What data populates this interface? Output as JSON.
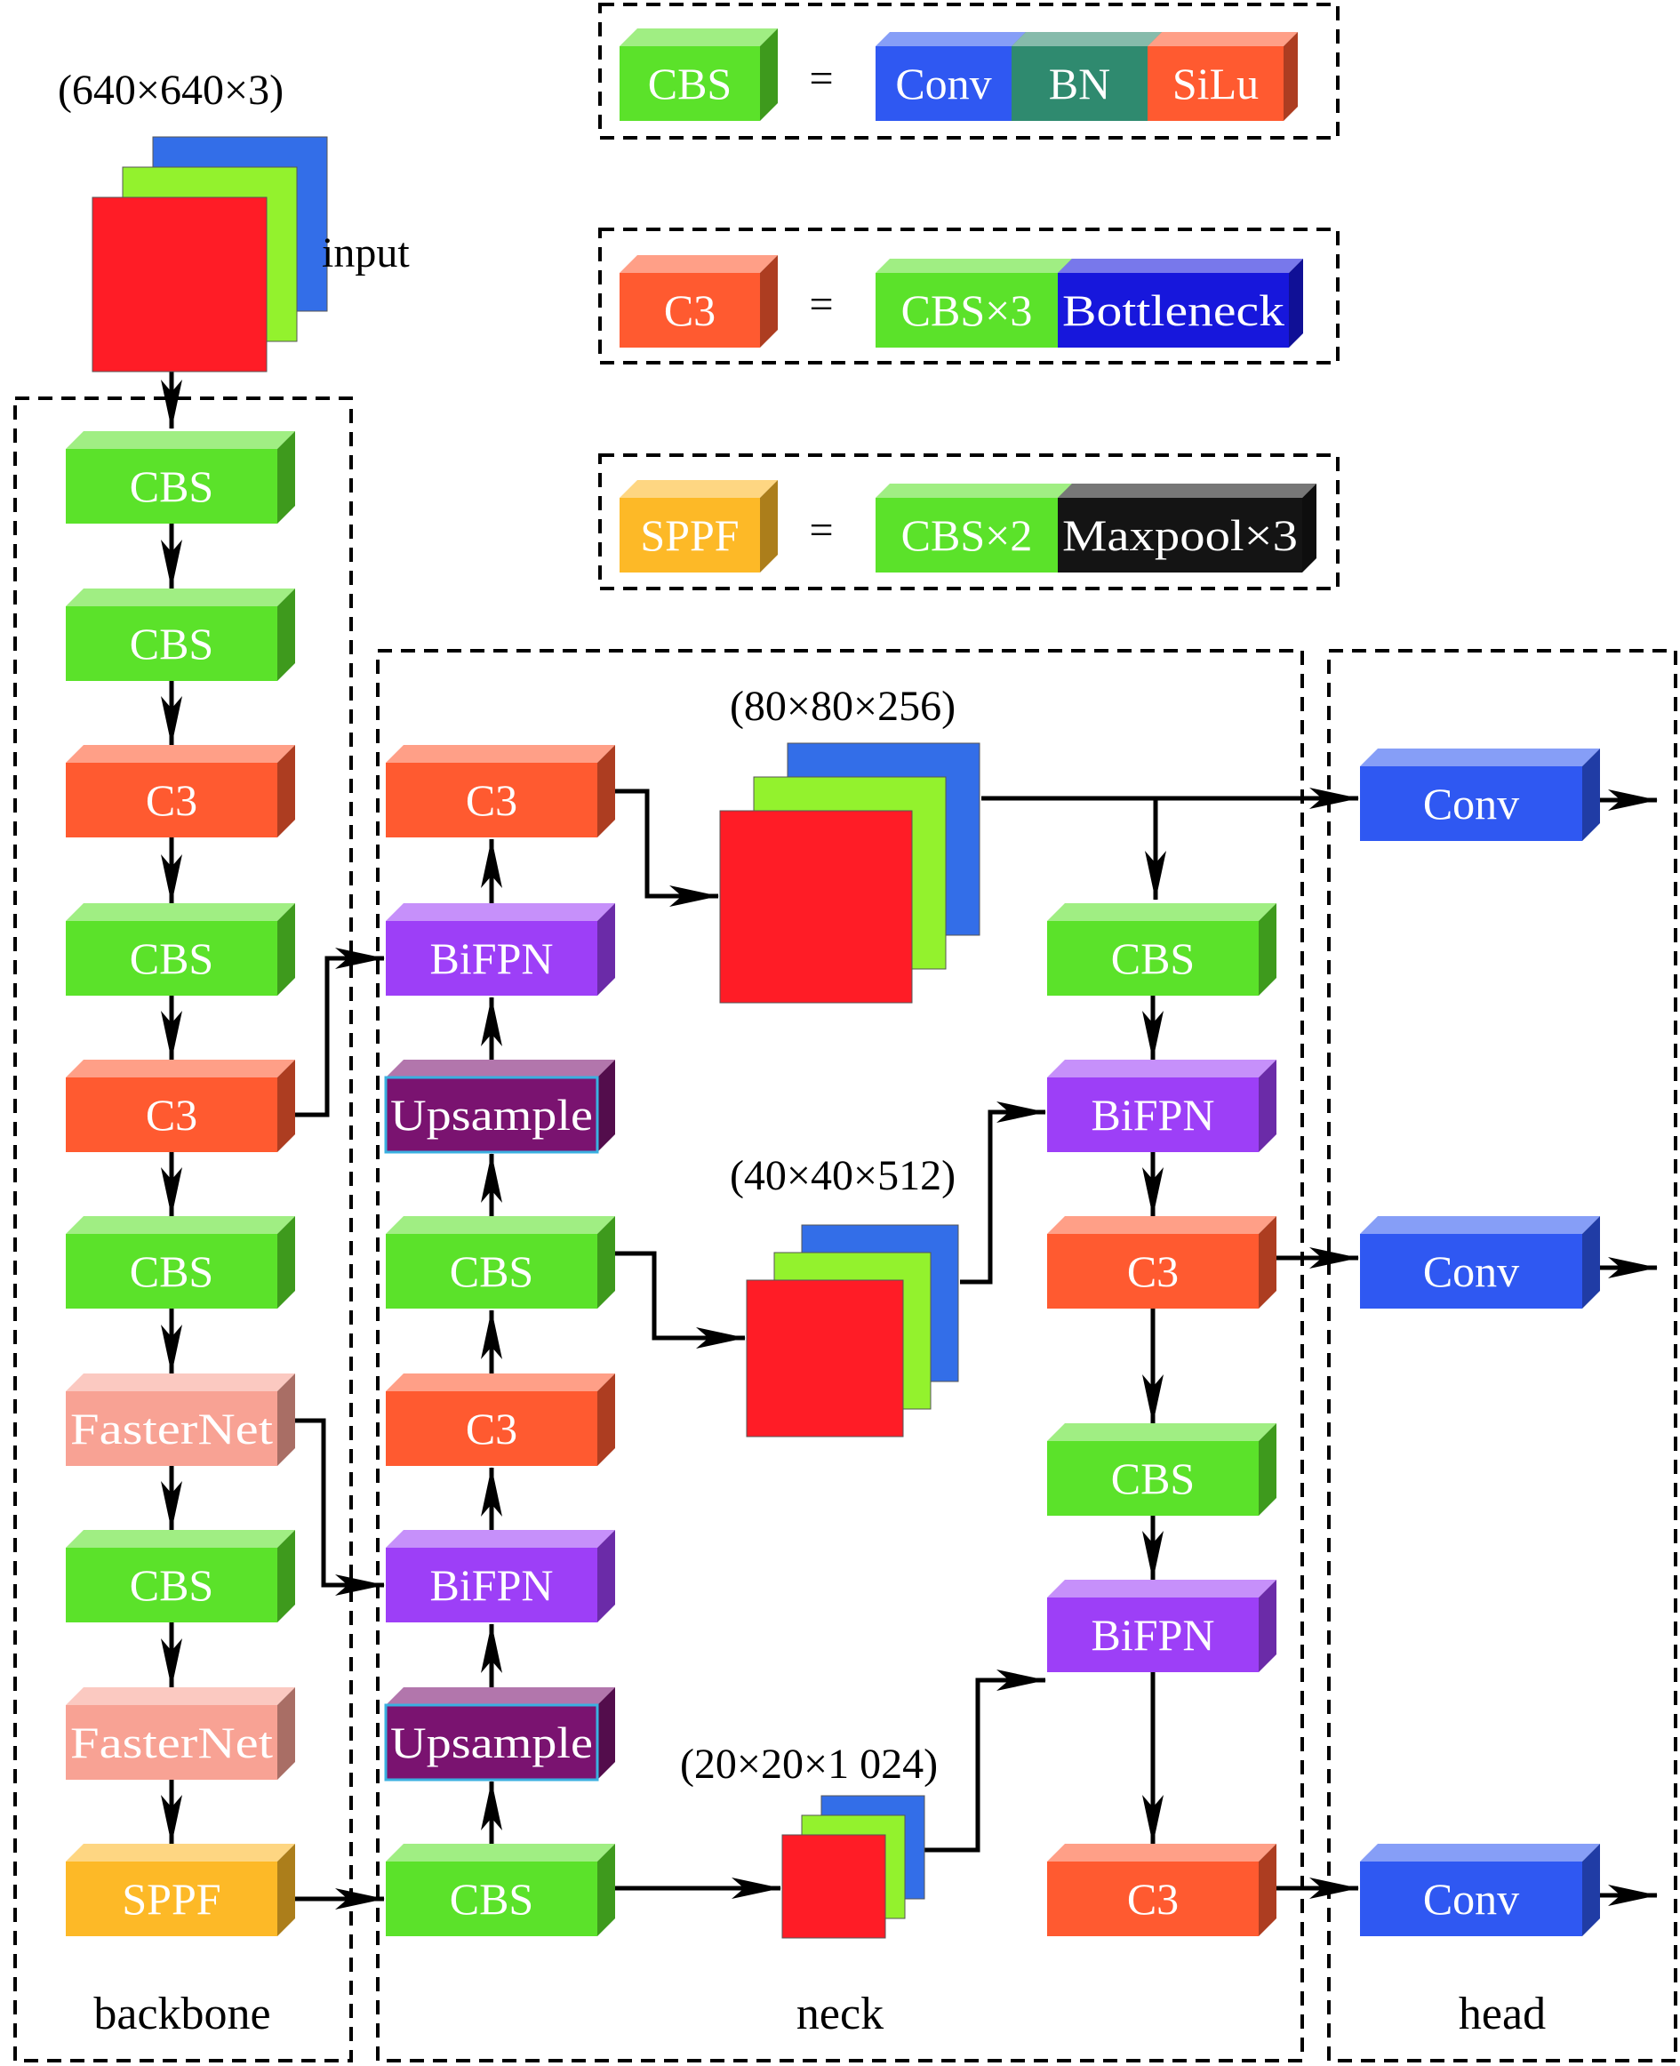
{
  "colors": {
    "cbs": "#5be22a",
    "c3": "#ff5a30",
    "bifpn": "#9d3ff7",
    "upsample": "#7a1370",
    "fasternet": "#f8a294",
    "sppf": "#fdb927",
    "conv": "#2f58f2",
    "bn": "#2f8a6f",
    "silu": "#ff5a30",
    "bottleneck": "#1717dc",
    "maxpool": "#141414",
    "feature_red": "#ff1c26",
    "feature_green": "#93f22d",
    "feature_blue": "#336ee8"
  },
  "legend": {
    "equals": "=",
    "cbs": {
      "lhs": "CBS",
      "parts": [
        "Conv",
        "BN",
        "SiLu"
      ]
    },
    "c3": {
      "lhs": "C3",
      "parts": [
        "CBS×3",
        "Bottleneck"
      ]
    },
    "sppf": {
      "lhs": "SPPF",
      "parts": [
        "CBS×2",
        "Maxpool×3"
      ]
    }
  },
  "input": {
    "dims": "(640×640×3)",
    "label": "input"
  },
  "sections": {
    "backbone": "backbone",
    "neck": "neck",
    "head": "head"
  },
  "backbone": [
    "CBS",
    "CBS",
    "C3",
    "CBS",
    "C3",
    "CBS",
    "FasterNet",
    "CBS",
    "FasterNet",
    "SPPF"
  ],
  "neck": {
    "col1": [
      "C3",
      "BiFPN",
      "Upsample",
      "CBS",
      "C3",
      "BiFPN",
      "Upsample",
      "CBS"
    ],
    "col2": [
      "CBS",
      "BiFPN",
      "C3",
      "CBS",
      "BiFPN",
      "C3"
    ],
    "feature_dims": [
      "(80×80×256)",
      "(40×40×512)",
      "(20×20×1 024)"
    ]
  },
  "head": [
    "Conv",
    "Conv",
    "Conv"
  ]
}
